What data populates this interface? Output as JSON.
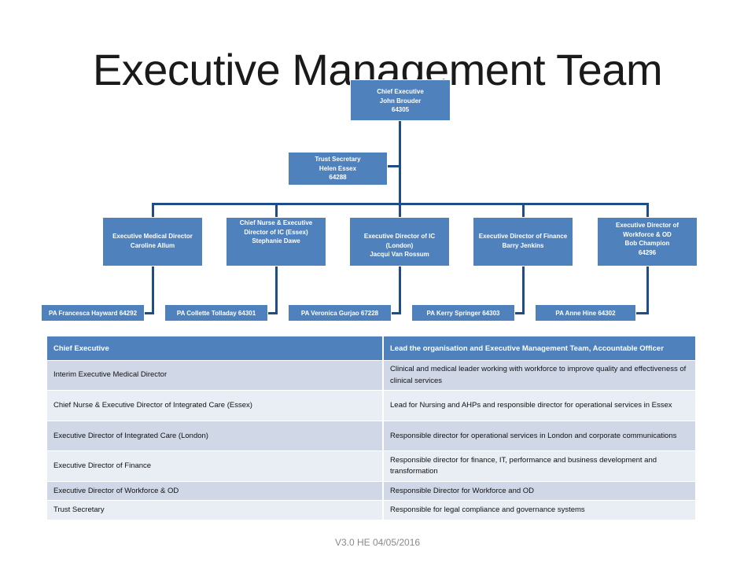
{
  "title": "Executive Management Team",
  "org": {
    "ceo": {
      "role": "Chief Executive",
      "name": "John Brouder",
      "ext": "64305"
    },
    "secretary": {
      "role": "Trust Secretary",
      "name": "Helen Essex",
      "ext": "64288"
    },
    "directors": [
      {
        "role": "Executive Medical Director",
        "name": "Caroline Allum",
        "ext": "",
        "pa": "PA Francesca Hayward  64292"
      },
      {
        "role": "Chief Nurse & Executive Director of IC (Essex)",
        "name": "Stephanie Dawe",
        "ext": "",
        "pa": "PA Collette Tolladay  64301"
      },
      {
        "role": "Executive Director of IC (London)",
        "name": "Jacqui Van Rossum",
        "ext": "",
        "pa": "PA Veronica Gurjao  67228"
      },
      {
        "role": "Executive Director of Finance",
        "name": "Barry Jenkins",
        "ext": "",
        "pa": "PA Kerry Springer  64303"
      },
      {
        "role": "Executive Director of Workforce & OD",
        "name": "Bob Champion",
        "ext": "64296",
        "pa": "PA Anne Hine  64302"
      }
    ]
  },
  "table": {
    "header": [
      "Chief Executive",
      "Lead the organisation and Executive Management Team, Accountable  Officer"
    ],
    "rows": [
      [
        "Interim Executive Medical Director",
        "Clinical and medical leader working with workforce to improve quality and effectiveness of clinical services"
      ],
      [
        "Chief Nurse & Executive Director of Integrated Care (Essex)",
        "Lead for Nursing and AHPs and responsible director for operational services in Essex"
      ],
      [
        "Executive Director of Integrated Care (London)",
        "Responsible director for operational services in London  and corporate communications"
      ],
      [
        "Executive Director of Finance",
        "Responsible director for finance, IT, performance and business development and transformation"
      ],
      [
        "Executive Director of Workforce & OD",
        "Responsible Director for Workforce and OD"
      ],
      [
        "Trust Secretary",
        "Responsible for legal compliance and governance systems"
      ]
    ]
  },
  "footer": "V3.0 HE 04/05/2016",
  "colors": {
    "box": "#4f81bd",
    "connector": "#1f4e87",
    "row_odd": "#d0d8e8",
    "row_even": "#e9edf4"
  }
}
